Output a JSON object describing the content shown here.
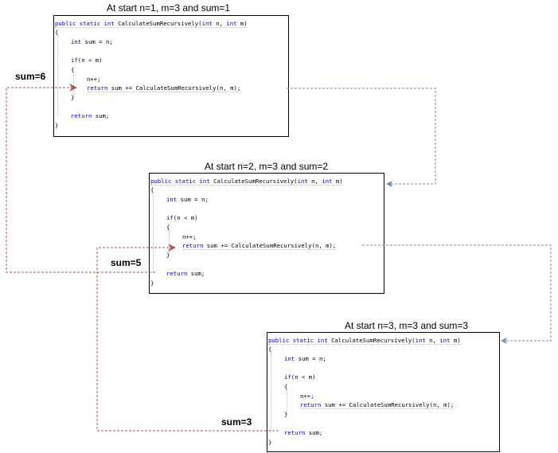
{
  "frames": [
    {
      "caption": "At start n=1, m=3 and sum=1",
      "code": {
        "sig_public": "public",
        "sig_static": "static",
        "sig_int": "int",
        "sig_name": "CalculateSumRecursively(",
        "sig_int2": "int",
        "sig_n": " n, ",
        "sig_int3": "int",
        "sig_m": " m)",
        "open_brace": "{",
        "decl_int": "int",
        "decl_rest": " sum = n;",
        "if_kw": "if",
        "if_rest": "(n < m)",
        "if_open": "{",
        "incr": "n++;",
        "ret_kw": "return",
        "ret_rest": " sum += CalculateSumRecursively(n, m);",
        "if_close": "}",
        "ret2_kw": "return",
        "ret2_rest": " sum;",
        "close_brace": "}"
      }
    },
    {
      "caption": "At start n=2, m=3 and sum=2",
      "code": {
        "sig_public": "public",
        "sig_static": "static",
        "sig_int": "int",
        "sig_name": "CalculateSumRecursively(",
        "sig_int2": "int",
        "sig_n": " n, ",
        "sig_int3": "int",
        "sig_m": " m)",
        "open_brace": "{",
        "decl_int": "int",
        "decl_rest": " sum = n;",
        "if_kw": "if",
        "if_rest": "(n < m)",
        "if_open": "{",
        "incr": "n++;",
        "ret_kw": "return",
        "ret_rest": " sum += CalculateSumRecursively(n, m);",
        "if_close": "}",
        "ret2_kw": "return",
        "ret2_rest": " sum;",
        "close_brace": "}"
      }
    },
    {
      "caption": "At start n=3, m=3 and sum=3",
      "code": {
        "sig_public": "public",
        "sig_static": "static",
        "sig_int": "int",
        "sig_name": "CalculateSumRecursively(",
        "sig_int2": "int",
        "sig_n": " n, ",
        "sig_int3": "int",
        "sig_m": " m)",
        "open_brace": "{",
        "decl_int": "int",
        "decl_rest": " sum = n;",
        "if_kw": "if",
        "if_rest": "(n < m)",
        "if_open": "{",
        "incr": "n++;",
        "ret_kw": "return",
        "ret_rest": " sum += CalculateSumRecursively(n, m);",
        "if_close": "}",
        "ret2_kw": "return",
        "ret2_rest": " sum;",
        "close_brace": "}"
      }
    }
  ],
  "return_labels": [
    "sum=6",
    "sum=5",
    "sum=3"
  ],
  "colors": {
    "call_arrow": "#6c8ebf",
    "return_arrow": "#b85450",
    "keyword": "#0000cc"
  }
}
